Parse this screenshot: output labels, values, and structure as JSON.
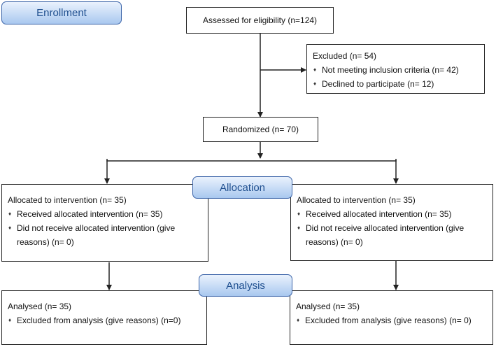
{
  "stages": {
    "enrollment": "Enrollment",
    "allocation": "Allocation",
    "analysis": "Analysis"
  },
  "assessed": "Assessed for eligibility (n=124)",
  "excluded": {
    "title": "Excluded  (n= 54)",
    "items": [
      "Not meeting inclusion criteria (n= 42)",
      "Declined to participate (n= 12)"
    ]
  },
  "randomized": "Randomized (n= 70)",
  "allocation_left": {
    "title": "Allocated to intervention (n= 35)",
    "items": [
      "Received allocated intervention (n= 35)",
      "Did not receive allocated intervention (give reasons) (n= 0)"
    ]
  },
  "allocation_right": {
    "title": "Allocated to intervention (n= 35)",
    "items": [
      "Received allocated intervention (n= 35)",
      "Did not receive allocated intervention (give reasons) (n= 0)"
    ]
  },
  "analysis_left": {
    "title": "Analysed  (n= 35)",
    "items": [
      "Excluded from analysis (give reasons) (n=0)"
    ]
  },
  "analysis_right": {
    "title": "Analysed  (n= 35)",
    "items": [
      "Excluded from analysis (give reasons) (n= 0)"
    ]
  },
  "colors": {
    "stage_border": "#3a63a8",
    "stage_text": "#1f4f8f",
    "stage_fill_top": "#eaf2fd",
    "stage_fill_bottom": "#a9c8ef",
    "line": "#222222"
  }
}
